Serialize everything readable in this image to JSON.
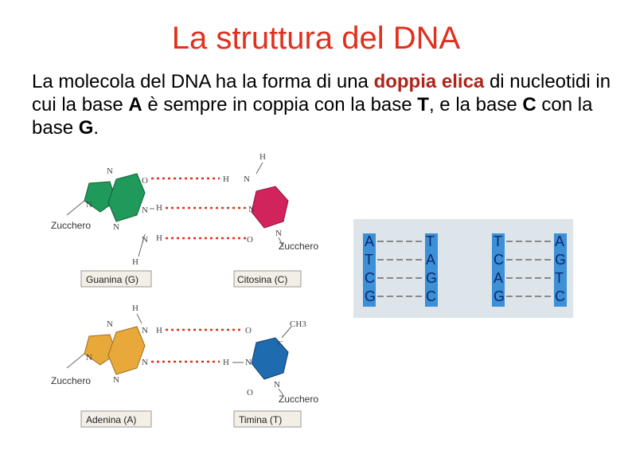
{
  "title": "La struttura del DNA",
  "intro": {
    "p1": "La molecola del DNA ha la forma di una ",
    "highlight": "doppia elica",
    "p2": " di nucleotidi in cui la base ",
    "a": "A",
    "p3": " è sempre in coppia con la base ",
    "t": "T",
    "p4": ", e la base ",
    "c": "C",
    "p5": " con la base ",
    "g": "G",
    "p6": "."
  },
  "pairs": {
    "gc": {
      "left_caption": "Guanina (G)",
      "right_caption": "Citosina (C)",
      "sugar_left": "Zucchero",
      "sugar_right": "Zucchero",
      "color_left": "#1f9a5a",
      "color_right": "#d2245c"
    },
    "at": {
      "left_caption": "Adenina (A)",
      "right_caption": "Timina (T)",
      "sugar_left": "Zucchero",
      "sugar_right": "Zucchero",
      "methyl": "CH3",
      "color_left": "#e8a93a",
      "color_right": "#1e6bb0"
    }
  },
  "atoms": {
    "o": "O",
    "n": "N",
    "h": "H",
    "c": "C"
  },
  "ladders": [
    {
      "left": [
        "A",
        "T",
        "C",
        "G"
      ],
      "right": [
        "T",
        "A",
        "G",
        "C"
      ]
    },
    {
      "left": [
        "T",
        "C",
        "A",
        "G"
      ],
      "right": [
        "A",
        "G",
        "T",
        "C"
      ]
    }
  ]
}
